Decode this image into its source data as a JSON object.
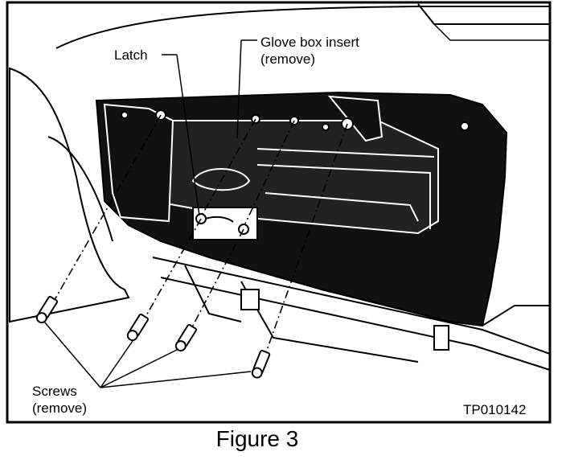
{
  "labels": {
    "latch": "Latch",
    "insert_line1": "Glove box insert",
    "insert_line2": "(remove)",
    "screws_line1": "Screws",
    "screws_line2": "(remove)",
    "figure_code": "TP010142"
  },
  "caption": "Figure 3",
  "colors": {
    "ink": "#000000",
    "paper": "#ffffff",
    "fill_dark": "#111111"
  }
}
